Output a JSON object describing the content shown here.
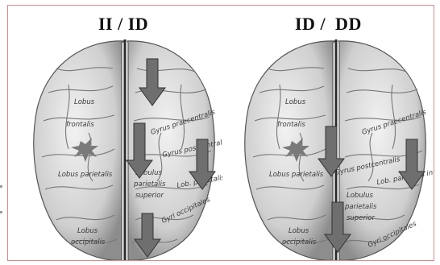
{
  "panels": [
    {
      "title": "II / ID",
      "labels": {
        "lobus_frontalis_1": "Lobus",
        "lobus_frontalis_2": "frontalis",
        "gyrus_praecentralis": "Gyrus praecentralis",
        "gyrus_postcentralis": "Gyrus postcentralis",
        "lobus_parietalis": "Lobus parietalis",
        "lobulus": "Lobulus",
        "parietalis": "parietalis",
        "superior": "superior",
        "lob_parietalis_inferior": "Lob. parietalis inferior",
        "lobus_occipitalis_1": "Lobus",
        "lobus_occipitalis_2": "occipitalis",
        "gyrus_occipitales": "Gyri occipitales"
      }
    },
    {
      "title": "ID /  DD",
      "labels": {
        "lobus_frontalis_1": "Lobus",
        "lobus_frontalis_2": "frontalis",
        "gyrus_praecentralis": "Gyrus praecentralis",
        "gyrus_postcentralis": "Gyrus postcentralis",
        "lobus_parietalis": "Lobus parietalis",
        "lobulus": "Lobulus",
        "parietalis": "parietalis",
        "superior": "superior",
        "lob_parietalis_inferior": "Lob. parietalis inferior",
        "lobus_occipitalis_1": "Lobus",
        "lobus_occipitalis_2": "occipitalis",
        "gyrus_occipitales": "Gyri occipitales"
      }
    }
  ],
  "colors": {
    "frame_border": "#d98a8a",
    "arrow_fill": "#6f6f6f",
    "star_fill": "#7a7a7a",
    "brain_fill": "#d9d9d9"
  },
  "icons": [
    "down-arrow-icon",
    "lesion-star-icon"
  ]
}
